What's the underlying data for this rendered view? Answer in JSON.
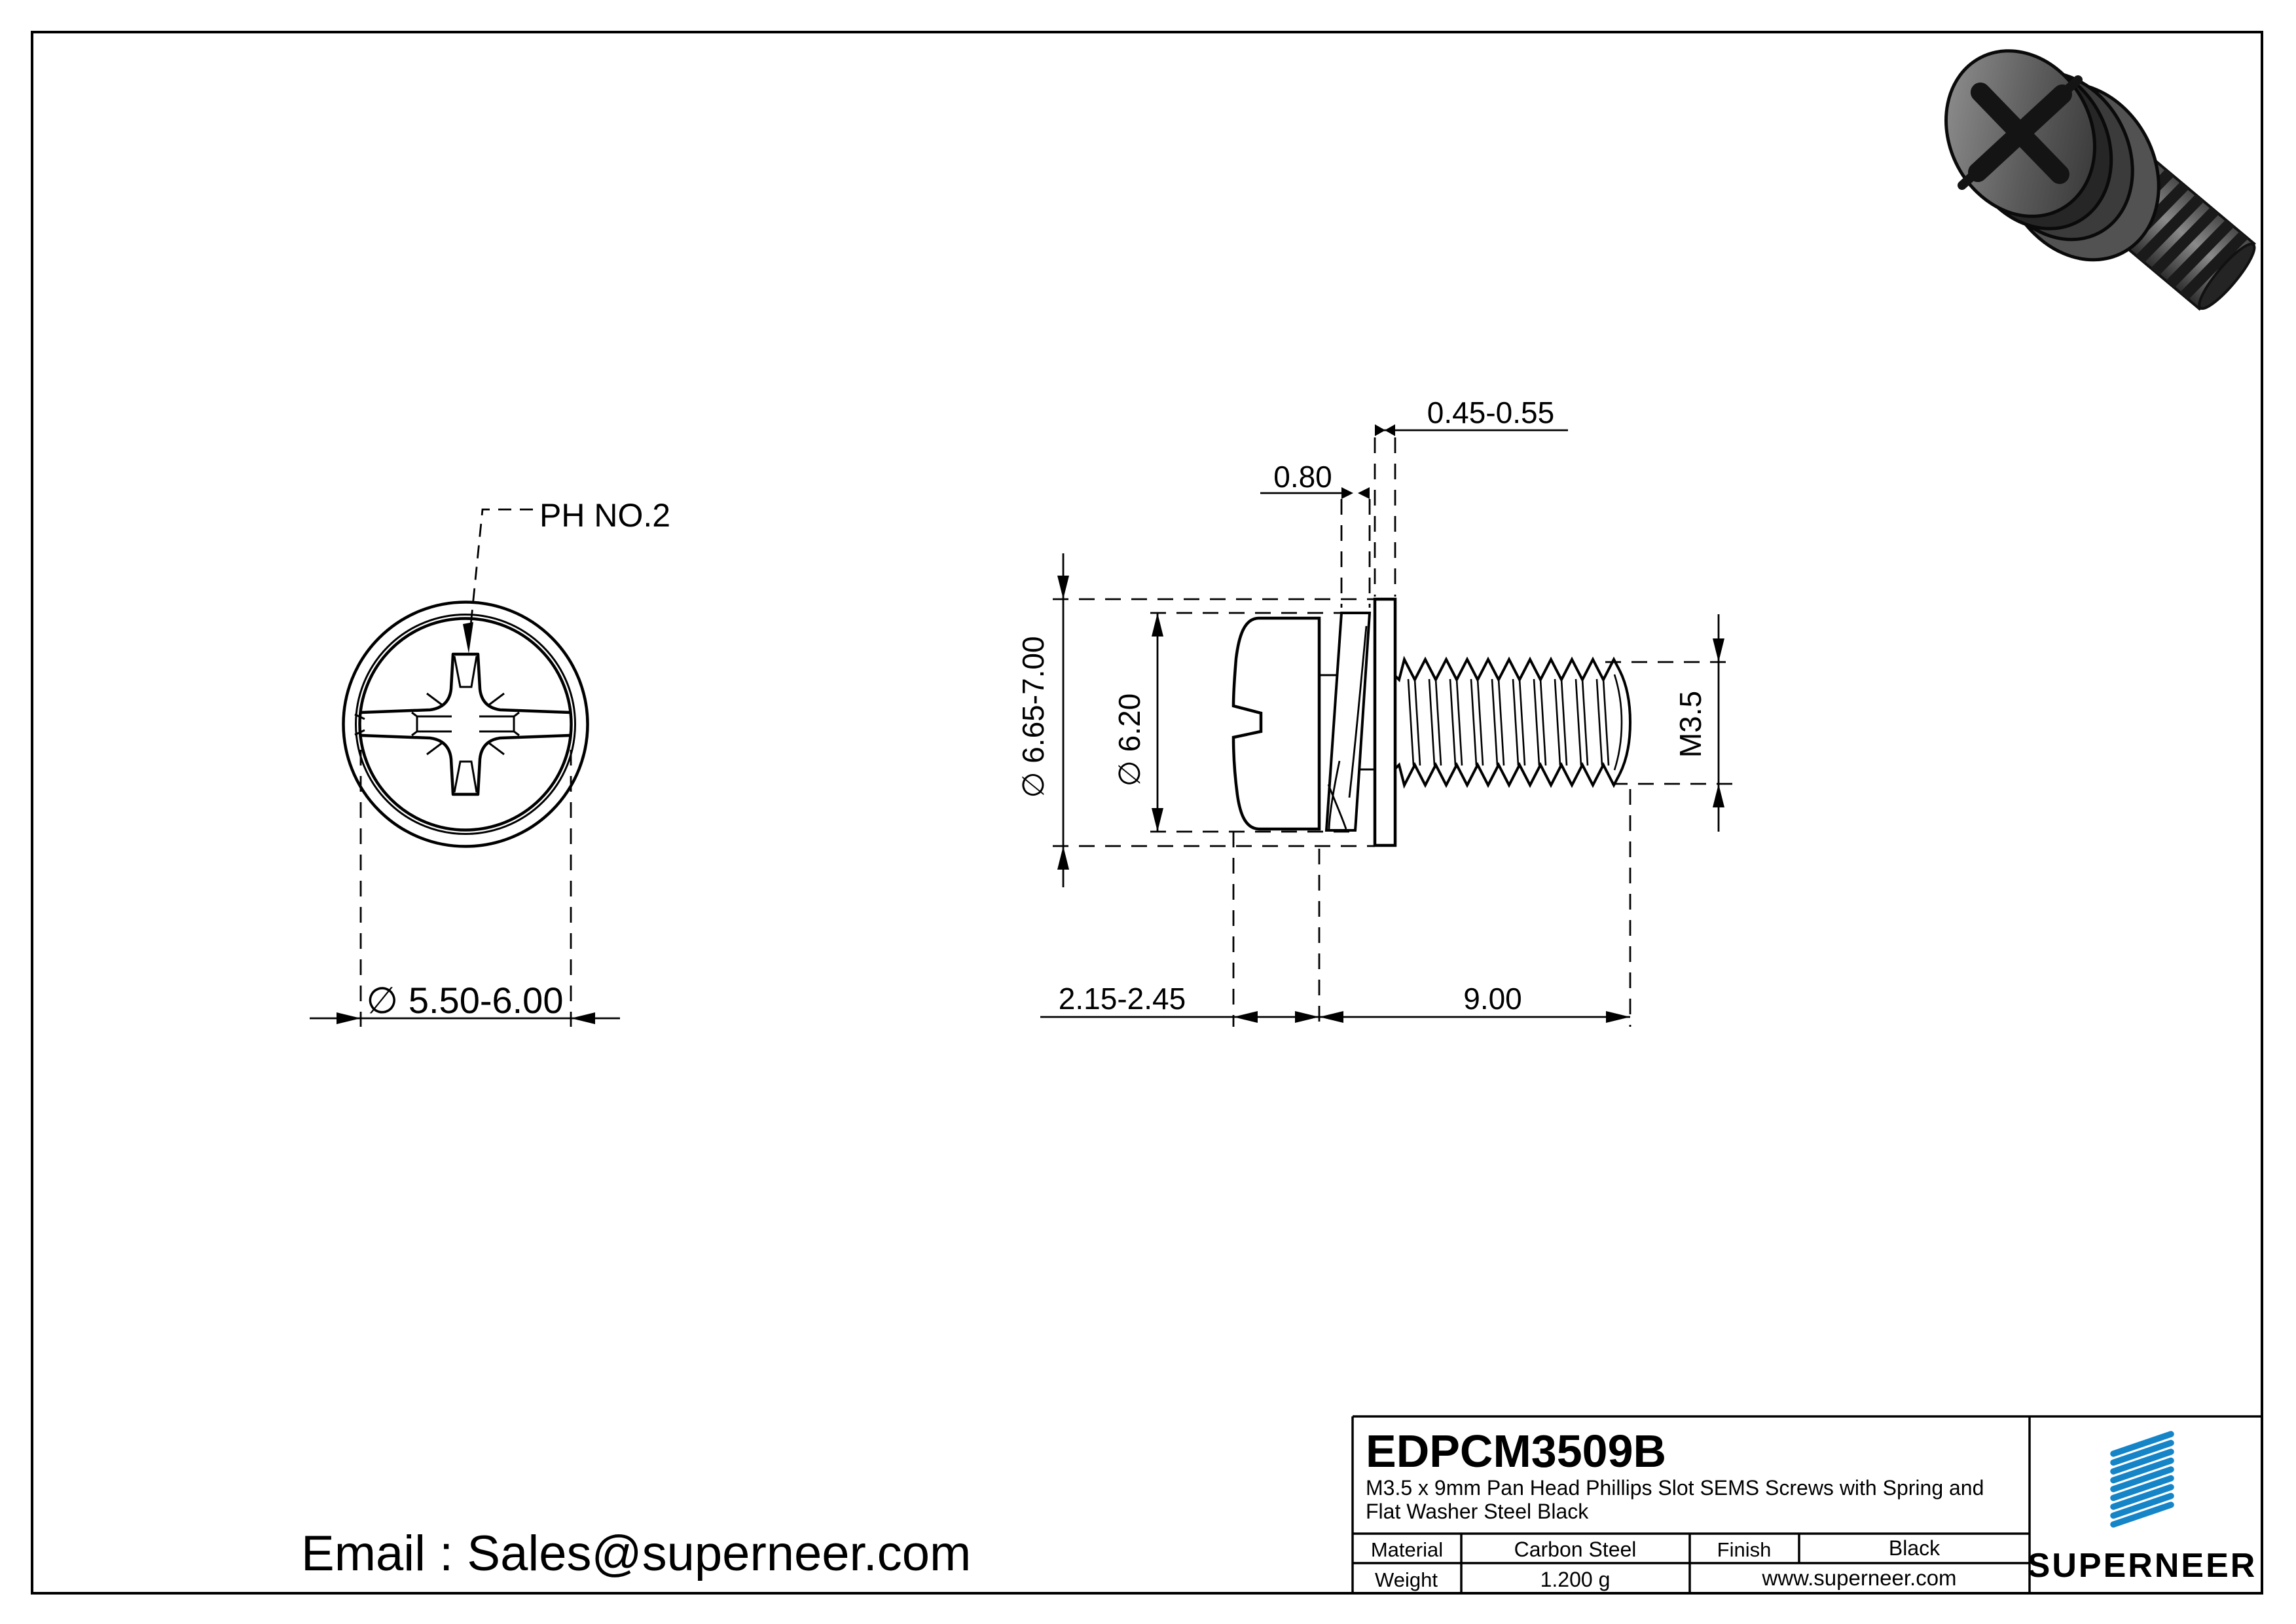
{
  "front_view": {
    "drive_label": "PH NO.2",
    "head_diameter": "∅ 5.50-6.00"
  },
  "side_view": {
    "flat_washer_thickness": "0.45-0.55",
    "spring_washer_thickness": "0.80",
    "flat_washer_diameter": "∅ 6.65-7.00",
    "spring_washer_diameter": "∅ 6.20",
    "thread_spec": "M3.5",
    "head_height": "2.15-2.45",
    "thread_length": "9.00"
  },
  "footer": {
    "email": "Email : Sales@superneer.com"
  },
  "title_block": {
    "part_number": "EDPCM3509B",
    "description_line1": "M3.5 x 9mm Pan Head Phillips Slot SEMS Screws with Spring and",
    "description_line2": "Flat Washer Steel Black",
    "material_label": "Material",
    "material_value": "Carbon Steel",
    "finish_label": "Finish",
    "finish_value": "Black",
    "weight_label": "Weight",
    "weight_value": "1.200 g",
    "website": "www.superneer.com",
    "brand": "SUPERNEER",
    "brand_color": "#1585c8",
    "link_color": "#1585c8"
  }
}
